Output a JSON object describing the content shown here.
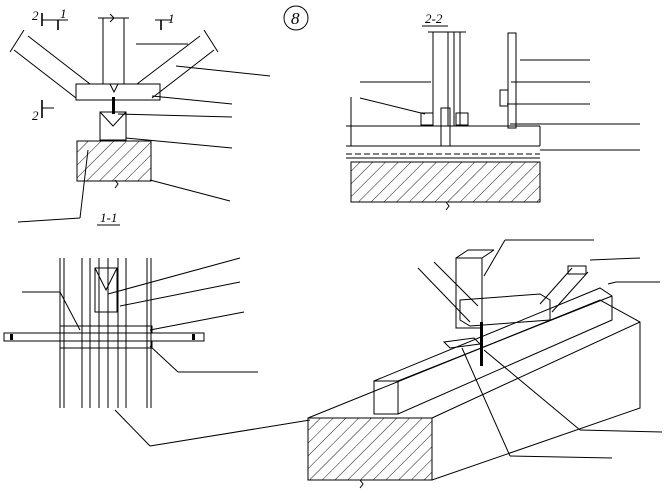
{
  "detail_number": "8",
  "sections": {
    "cut_1": "1",
    "cut_2": "2",
    "section_1_title": "1-1",
    "section_2_title": "2-2"
  }
}
